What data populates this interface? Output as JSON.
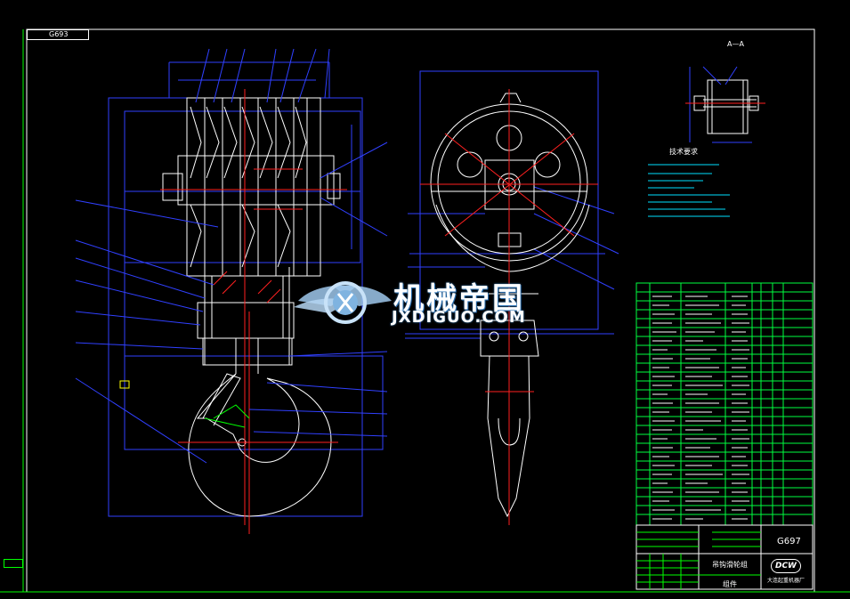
{
  "drawing": {
    "sheet_code": "G693",
    "title_code": "G697",
    "part_name": "吊钩滑轮组",
    "material_note": "组件",
    "manufacturer": "大连起重机器厂",
    "logo_text": "DCW",
    "section_label": "A—A",
    "tech_requirements_title": "技术要求"
  },
  "watermark": {
    "cn": "机械帝国",
    "en": "JXDIGUO.COM"
  },
  "colors": {
    "background": "#000000",
    "outline": "#ffffff",
    "dimension": "#3040ff",
    "center_line": "#ff2020",
    "table_grid": "#00ff40",
    "text_cyan": "#00e0ff"
  }
}
